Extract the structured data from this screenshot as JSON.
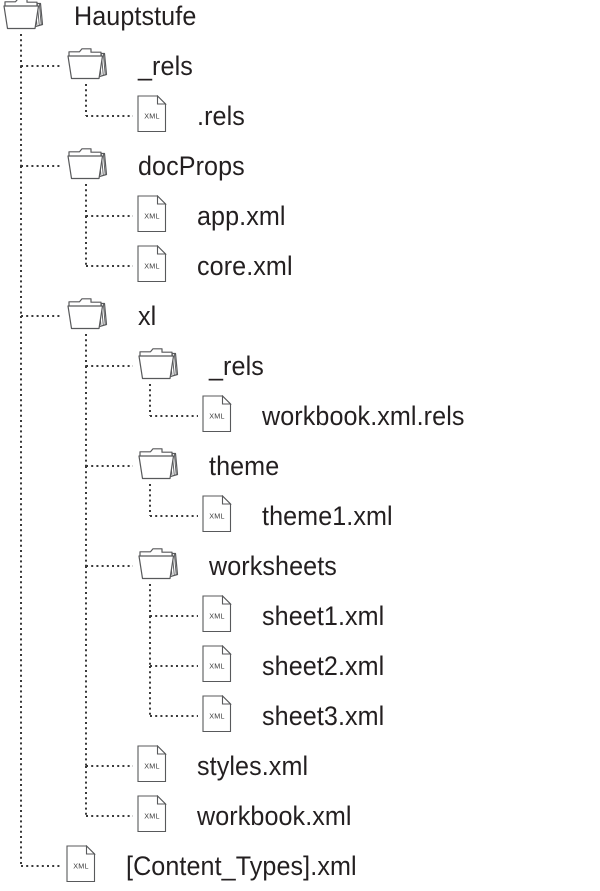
{
  "diagram": {
    "title": "Hauptstufe",
    "type": "file-tree",
    "description": "Open XML (xlsx) package folder structure",
    "colors": {
      "text": "#231f20",
      "line": "#3a3a3a",
      "icon_stroke": "#58595b",
      "background": "#ffffff"
    },
    "icon_names": {
      "folder": "folder-icon",
      "file": "xml-file-icon"
    },
    "file_icon_text": "XML"
  },
  "nodes": [
    {
      "id": "n0",
      "label": "Hauptstufe",
      "kind": "folder",
      "level": 0
    },
    {
      "id": "n1",
      "label": "_rels",
      "kind": "folder",
      "level": 1
    },
    {
      "id": "n2",
      "label": ".rels",
      "kind": "file",
      "level": 2
    },
    {
      "id": "n3",
      "label": "docProps",
      "kind": "folder",
      "level": 1
    },
    {
      "id": "n4",
      "label": "app.xml",
      "kind": "file",
      "level": 2
    },
    {
      "id": "n5",
      "label": "core.xml",
      "kind": "file",
      "level": 2
    },
    {
      "id": "n6",
      "label": "xl",
      "kind": "folder",
      "level": 1
    },
    {
      "id": "n7",
      "label": "_rels",
      "kind": "folder",
      "level": 2
    },
    {
      "id": "n8",
      "label": "workbook.xml.rels",
      "kind": "file",
      "level": 3
    },
    {
      "id": "n9",
      "label": "theme",
      "kind": "folder",
      "level": 2
    },
    {
      "id": "n10",
      "label": "theme1.xml",
      "kind": "file",
      "level": 3
    },
    {
      "id": "n11",
      "label": "worksheets",
      "kind": "folder",
      "level": 2
    },
    {
      "id": "n12",
      "label": "sheet1.xml",
      "kind": "file",
      "level": 3
    },
    {
      "id": "n13",
      "label": "sheet2.xml",
      "kind": "file",
      "level": 3
    },
    {
      "id": "n14",
      "label": "sheet3.xml",
      "kind": "file",
      "level": 3
    },
    {
      "id": "n15",
      "label": "styles.xml",
      "kind": "file",
      "level": 2
    },
    {
      "id": "n16",
      "label": "workbook.xml",
      "kind": "file",
      "level": 2
    },
    {
      "id": "n17",
      "label": "[Content_Types].xml",
      "kind": "file",
      "level": 1
    }
  ]
}
